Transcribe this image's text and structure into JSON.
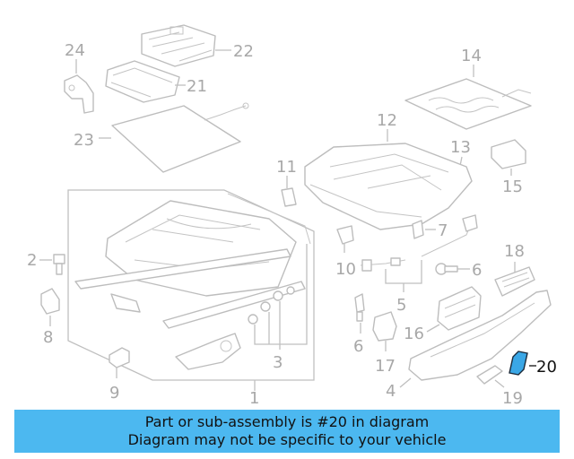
{
  "callouts": {
    "c1": "1",
    "c2": "2",
    "c3": "3",
    "c4": "4",
    "c5": "5",
    "c6a": "6",
    "c6b": "6",
    "c7": "7",
    "c8": "8",
    "c9": "9",
    "c10": "10",
    "c11": "11",
    "c12": "12",
    "c13": "13",
    "c14": "14",
    "c15": "15",
    "c16": "16",
    "c17": "17",
    "c18": "18",
    "c19": "19",
    "c20": "20",
    "c21": "21",
    "c22": "22",
    "c23": "23",
    "c24": "24"
  },
  "highlight": {
    "part_number": "20",
    "color": "#3aa7e6"
  },
  "banner": {
    "line1": "Part or sub-assembly is #20 in diagram",
    "line2": "Diagram may not be specific to your vehicle",
    "background": "#4cb8f0"
  }
}
